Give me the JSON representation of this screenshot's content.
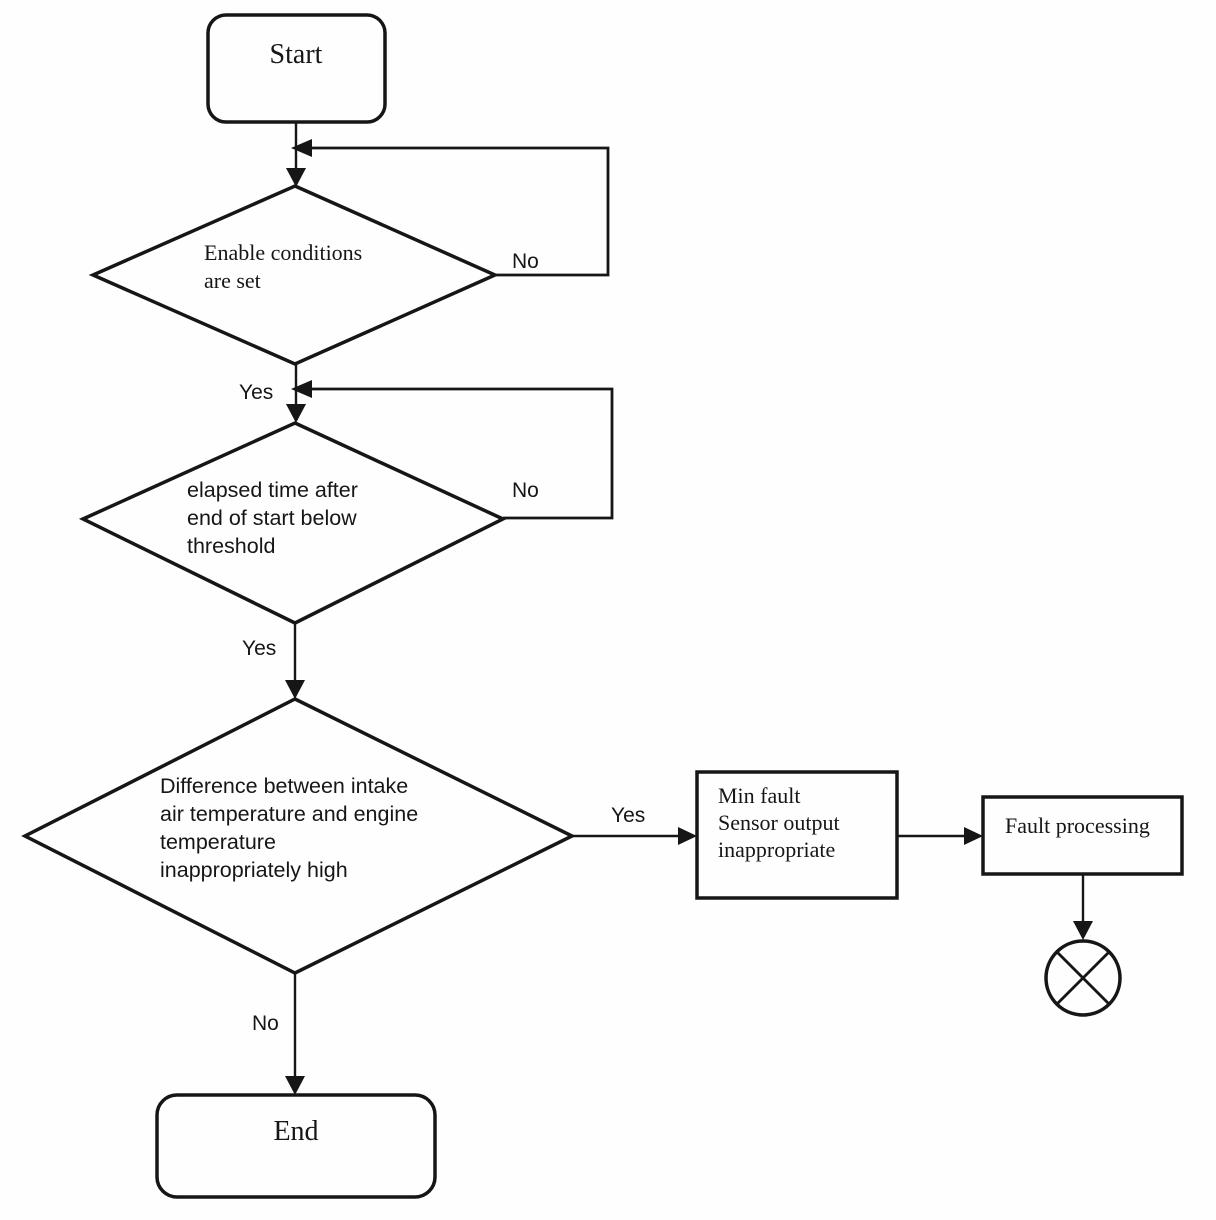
{
  "diagram": {
    "colors": {
      "line": "#161616",
      "background": "#fefefe"
    },
    "nodes": {
      "start": {
        "type": "terminator",
        "label": "Start"
      },
      "decision_enable": {
        "type": "decision",
        "lines": [
          "Enable conditions",
          "are set"
        ]
      },
      "decision_elapsed": {
        "type": "decision",
        "lines": [
          "elapsed time after",
          "end of start below",
          "threshold"
        ]
      },
      "decision_difference": {
        "type": "decision",
        "lines": [
          "Difference between intake",
          "air temperature and engine",
          "temperature",
          "inappropriately high"
        ]
      },
      "process_min_fault": {
        "type": "process",
        "lines": [
          "Min fault",
          "Sensor output",
          "inappropriate"
        ]
      },
      "process_fault_processing": {
        "type": "process",
        "label": "Fault processing"
      },
      "end": {
        "type": "terminator",
        "label": "End"
      },
      "connector": {
        "type": "crossed-circle-connector"
      }
    },
    "edge_labels": {
      "enable_no": "No",
      "enable_yes": "Yes",
      "elapsed_no": "No",
      "elapsed_yes": "Yes",
      "difference_yes": "Yes",
      "difference_no": "No"
    }
  }
}
